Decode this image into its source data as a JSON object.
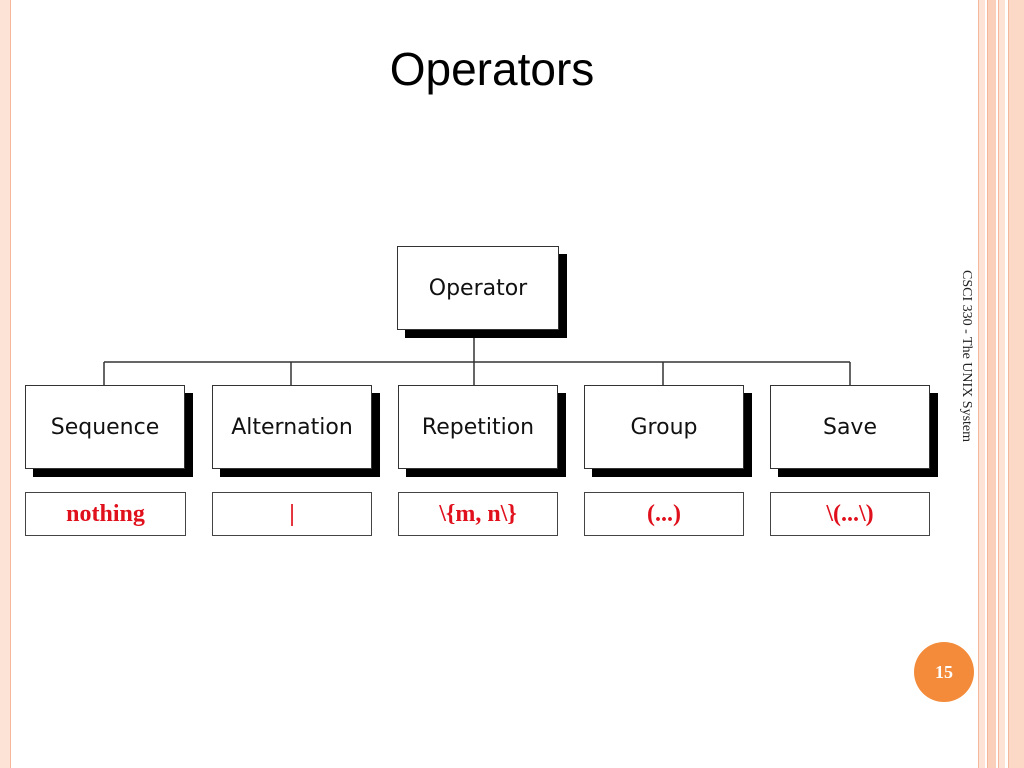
{
  "slide": {
    "title": "Operators",
    "side_text": "CSCI 330 - The UNIX System",
    "page_number": "15"
  },
  "diagram": {
    "root": "Operator",
    "children": [
      "Sequence",
      "Alternation",
      "Repetition",
      "Group",
      "Save"
    ],
    "operators": [
      "nothing",
      "|",
      "\\{m, n\\}",
      "(...)",
      "\\(...\\)"
    ]
  },
  "colors": {
    "operator_text": "#e0101c",
    "page_badge": "#f38b3a",
    "border_accent": "#f4b79a"
  }
}
